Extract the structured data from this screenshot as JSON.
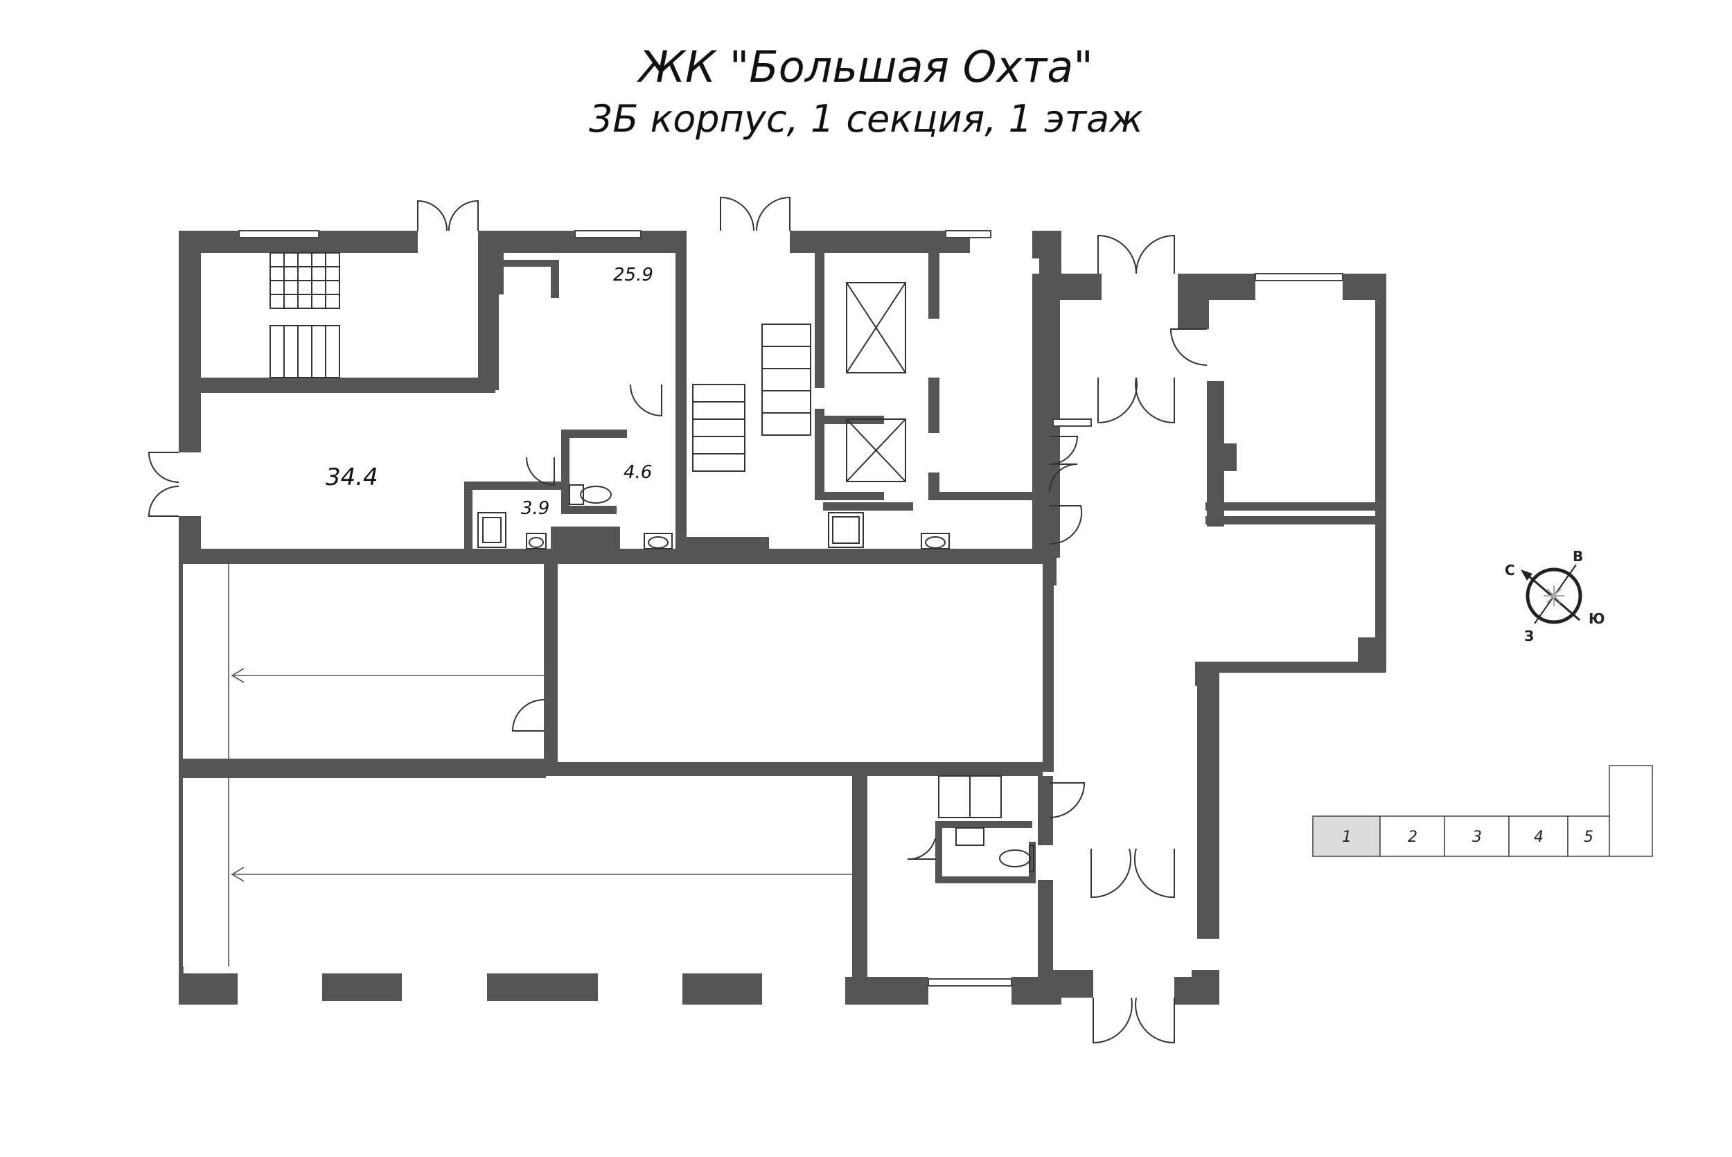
{
  "header": {
    "title": "ЖК \"Большая Охта\"",
    "subtitle": "3Б корпус, 1 секция, 1 этаж"
  },
  "rooms": [
    {
      "id": "room-34",
      "area": "34.4"
    },
    {
      "id": "room-25",
      "area": "25.9"
    },
    {
      "id": "room-4",
      "area": "4.6"
    },
    {
      "id": "room-3",
      "area": "3.9"
    }
  ],
  "compass": {
    "n": "С",
    "e": "В",
    "s": "Ю",
    "w": "З"
  },
  "sections": {
    "items": [
      "1",
      "2",
      "3",
      "4",
      "5"
    ],
    "selected": "1"
  },
  "colors": {
    "wall": "#555555",
    "selected_section": "#dcdcdc"
  }
}
